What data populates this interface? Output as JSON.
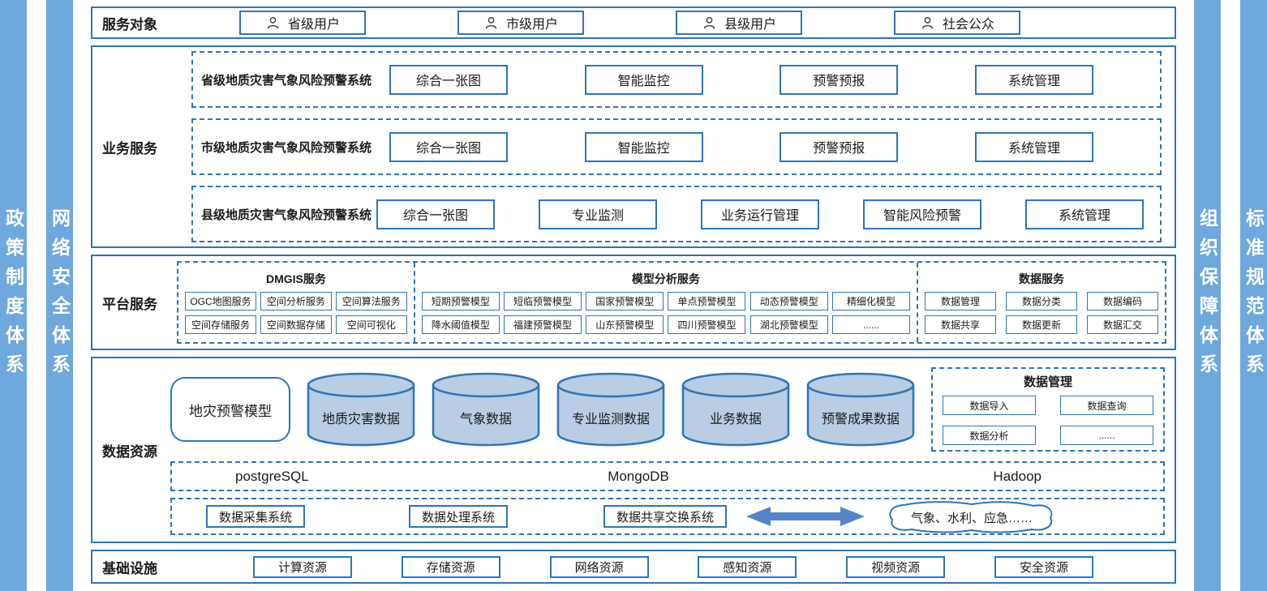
{
  "colors": {
    "accent_border": "#2E75B6",
    "sidebar_fill": "#6FA8DC",
    "cylinder_fill": "#B9CDE4",
    "arrow_fill": "#5585C8"
  },
  "side_bars": {
    "left": [
      {
        "label": "政策制度体系"
      },
      {
        "label": "网络安全体系"
      }
    ],
    "right": [
      {
        "label": "组织保障体系"
      },
      {
        "label": "标准规范体系"
      }
    ]
  },
  "service_objects": {
    "label": "服务对象",
    "items": [
      "省级用户",
      "市级用户",
      "县级用户",
      "社会公众"
    ]
  },
  "business_services": {
    "label": "业务服务",
    "groups": [
      {
        "title": "省级地质灾害气象风险预警系统",
        "items": [
          "综合一张图",
          "智能监控",
          "预警预报",
          "系统管理"
        ]
      },
      {
        "title": "市级地质灾害气象风险预警系统",
        "items": [
          "综合一张图",
          "智能监控",
          "预警预报",
          "系统管理"
        ]
      },
      {
        "title": "县级地质灾害气象风险预警系统",
        "items": [
          "综合一张图",
          "专业监测",
          "业务运行管理",
          "智能风险预警",
          "系统管理"
        ]
      }
    ]
  },
  "platform_services": {
    "label": "平台服务",
    "sections": [
      {
        "title": "DMGIS服务",
        "rows": [
          [
            "OGC地图服务",
            "空间分析服务",
            "空间算法服务"
          ],
          [
            "空间存储服务",
            "空间数据存储",
            "空间可视化"
          ]
        ]
      },
      {
        "title": "模型分析服务",
        "rows": [
          [
            "短期预警模型",
            "短临预警模型",
            "国家预警模型",
            "单点预警模型",
            "动态预警模型",
            "精细化模型"
          ],
          [
            "降水阈值模型",
            "福建预警模型",
            "山东预警模型",
            "四川预警模型",
            "湖北预警模型",
            "......"
          ]
        ]
      },
      {
        "title": "数据服务",
        "rows": [
          [
            "数据管理",
            "数据分类",
            "数据编码"
          ],
          [
            "数据共享",
            "数据更新",
            "数据汇交"
          ]
        ]
      }
    ]
  },
  "data_resources": {
    "label": "数据资源",
    "model_box": "地灾预警模型",
    "cylinders": [
      "地质灾害数据",
      "气象数据",
      "专业监测数据",
      "业务数据",
      "预警成果数据"
    ],
    "data_management": {
      "title": "数据管理",
      "items": [
        "数据导入",
        "数据查询",
        "数据分析",
        "......"
      ]
    },
    "databases": [
      "postgreSQL",
      "MongoDB",
      "Hadoop"
    ],
    "systems": [
      "数据采集系统",
      "数据处理系统",
      "数据共享交换系统"
    ],
    "external": "气象、水利、应急……"
  },
  "infrastructure": {
    "label": "基础设施",
    "items": [
      "计算资源",
      "存储资源",
      "网络资源",
      "感知资源",
      "视频资源",
      "安全资源"
    ]
  }
}
